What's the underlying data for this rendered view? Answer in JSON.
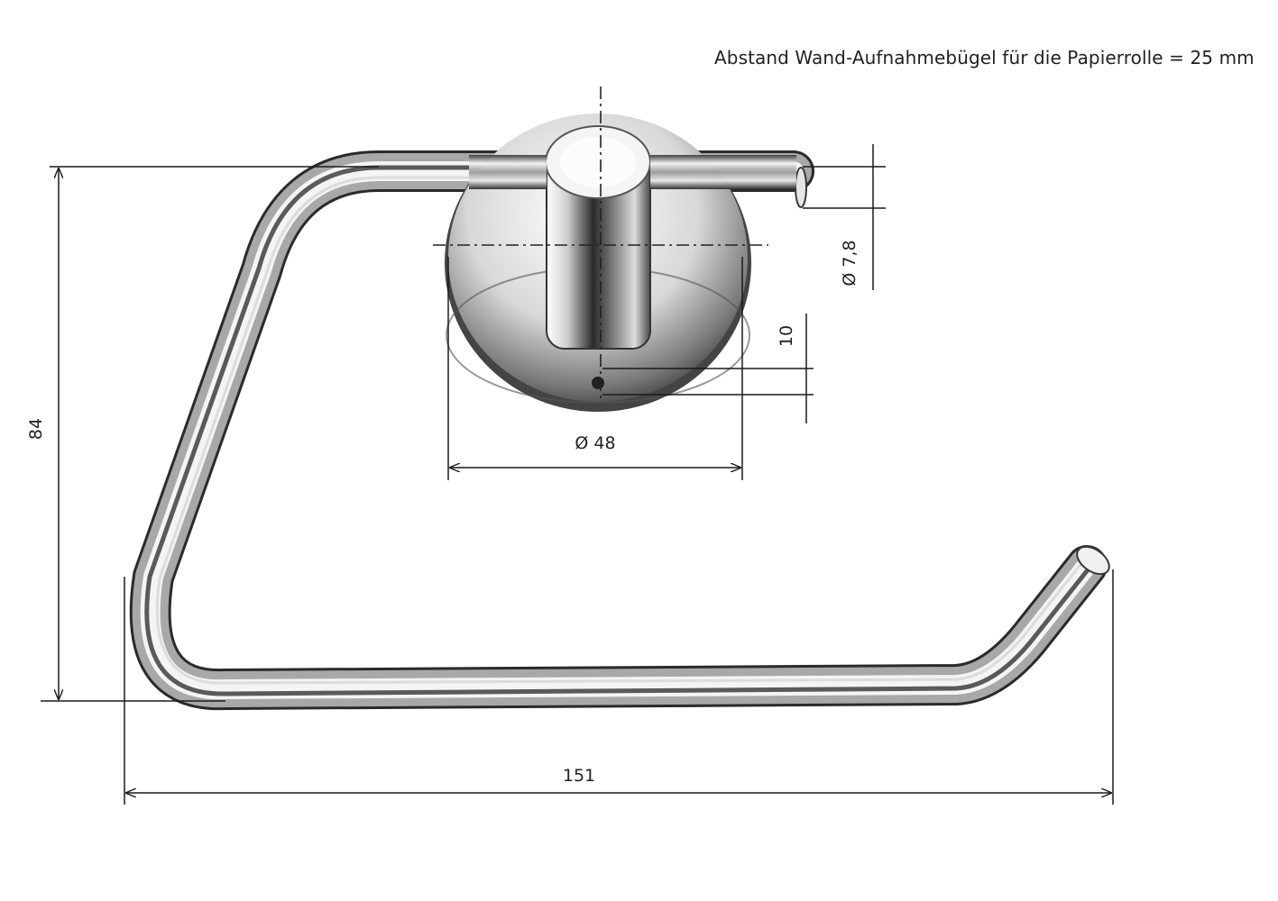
{
  "note": "Abstand  Wand-Aufnahmebügel  für die Papierrolle = 25 mm",
  "dimensions": {
    "height": "84",
    "width": "151",
    "base_diameter": "Ø 48",
    "rod_diameter": "Ø 7,8",
    "offset": "10"
  },
  "colors": {
    "line": "#1a1a1a",
    "chrome_dark": "#2b2b2b",
    "chrome_mid": "#8a8a8a",
    "chrome_light": "#f2f2f2"
  }
}
